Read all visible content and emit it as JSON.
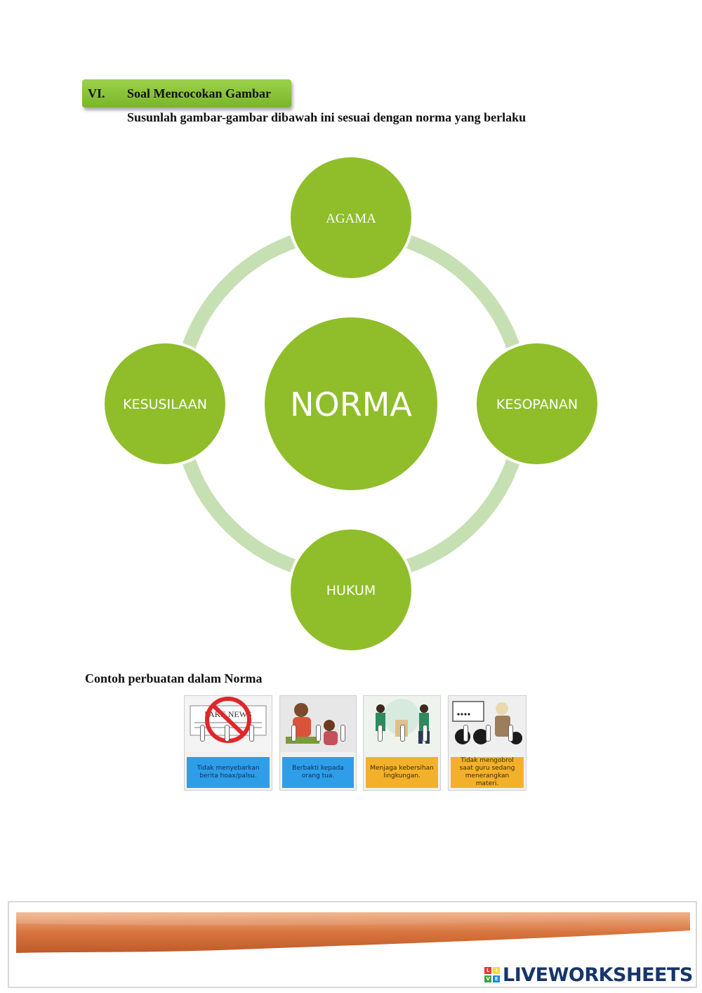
{
  "section": {
    "number": "VI.",
    "title": "Soal Mencocokan Gambar"
  },
  "instruction": "Susunlah gambar-gambar dibawah ini sesuai dengan norma yang berlaku",
  "diagram": {
    "center": "NORMA",
    "nodes": {
      "top": "AGAMA",
      "right": "KESOPANAN",
      "bottom": "HUKUM",
      "left": "KESUSILAAN"
    },
    "colors": {
      "node": "#8fbe2a",
      "ring": "#c6e0b4"
    }
  },
  "examples_title": "Contoh perbuatan dalam Norma",
  "cards": [
    {
      "caption": "Tidak menyebarkan berita hoax/palsu.",
      "art_text": "FAKE NEWS",
      "color": "#2e9ee8",
      "icon": "fake-news-icon"
    },
    {
      "caption": "Berbakti kepada orang tua.",
      "color": "#2e9ee8",
      "icon": "parent-child-icon"
    },
    {
      "caption": "Menjaga kebersihan lingkungan.",
      "color": "#f3b12b",
      "icon": "cleaning-icon"
    },
    {
      "caption": "Tidak mengobrol saat guru sedang menerangkan materi.",
      "color": "#f3b12b",
      "icon": "classroom-icon"
    }
  ],
  "footer": {
    "logo_text": "LIVEWORKSHEETS",
    "logo_blocks": [
      "L",
      "I",
      "V",
      "E"
    ]
  }
}
